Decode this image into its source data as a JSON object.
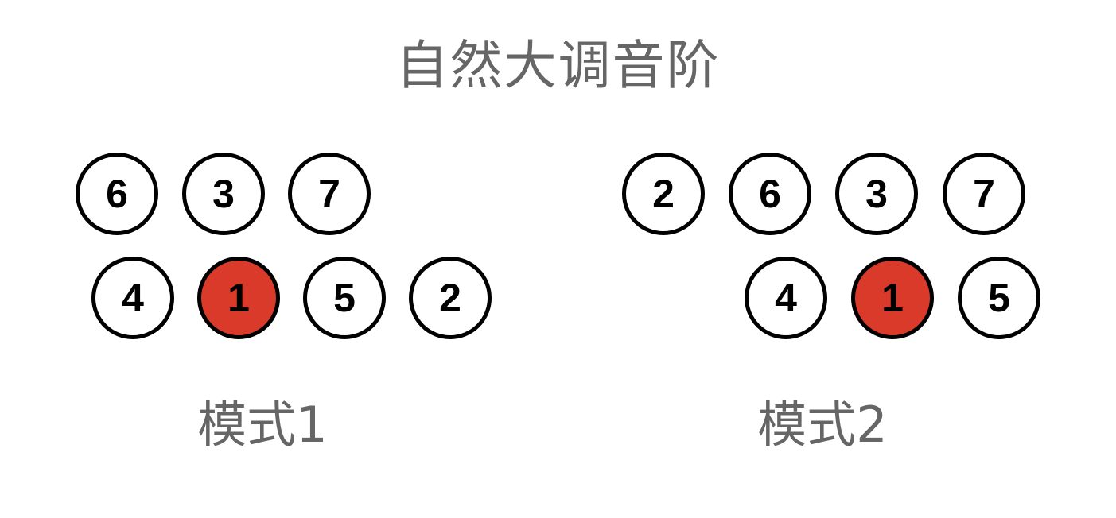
{
  "title": "自然大调音阶",
  "colors": {
    "root_fill": "#d93a29",
    "circle_fill": "#ffffff",
    "stroke": "#000000",
    "label_text": "#666666"
  },
  "mode1": {
    "label": "模式1",
    "top_row": [
      "6",
      "3",
      "7"
    ],
    "bottom_row": [
      "4",
      "1",
      "5",
      "2"
    ],
    "root": "1"
  },
  "mode2": {
    "label": "模式2",
    "top_row": [
      "2",
      "6",
      "3",
      "7"
    ],
    "bottom_row": [
      "4",
      "1",
      "5"
    ],
    "root": "1"
  }
}
